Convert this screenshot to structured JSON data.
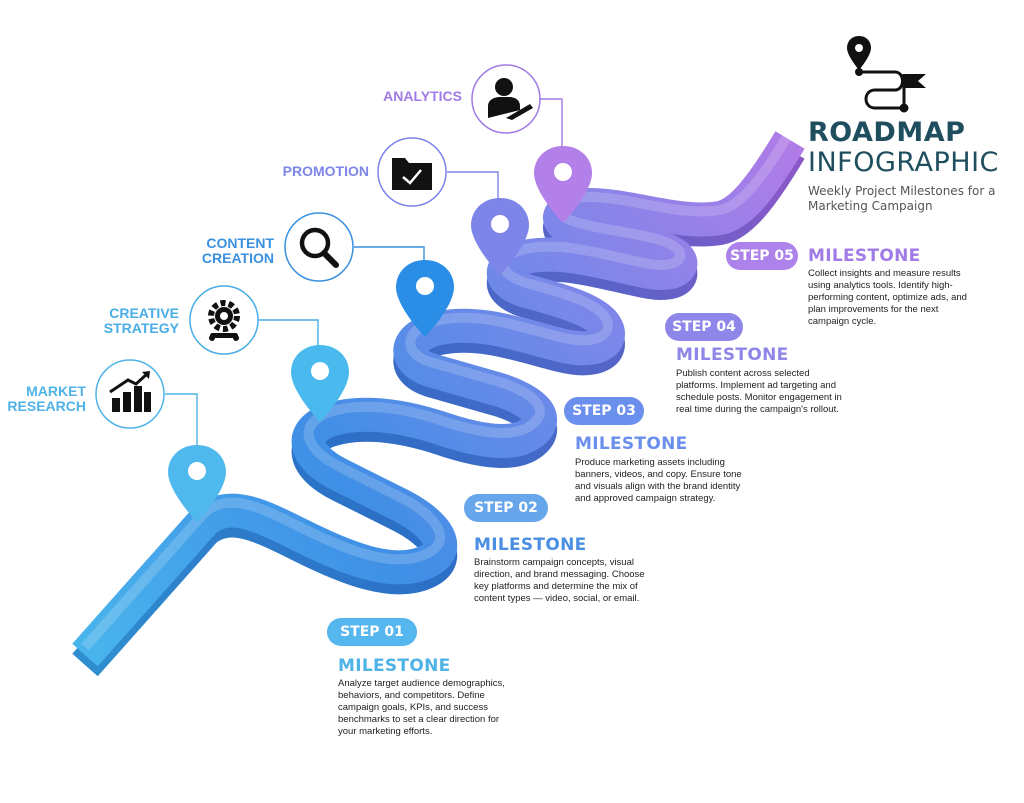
{
  "header": {
    "title_line1": "ROADMAP",
    "title_line2": "INFOGRAPHIC",
    "subtitle": "Weekly Project Milestones for a Marketing Campaign",
    "logo_icon": "route-flag-icon"
  },
  "colors": {
    "step1": "#4fb3e8",
    "step2": "#3a90e0",
    "step3": "#5b8de6",
    "step4": "#7d86e8",
    "step5": "#a07be6",
    "title": "#1f4e5f"
  },
  "stages": [
    {
      "label": "MARKET\nRESEARCH",
      "icon": "bar-chart-growth-icon"
    },
    {
      "label": "CREATIVE\nSTRATEGY",
      "icon": "gear-icon"
    },
    {
      "label": "CONTENT\nCREATION",
      "icon": "magnifier-icon"
    },
    {
      "label": "PROMOTION",
      "icon": "folder-check-icon"
    },
    {
      "label": "ANALYTICS",
      "icon": "user-growth-icon"
    }
  ],
  "steps": [
    {
      "step_label": "STEP 01",
      "milestone_title": "MILESTONE",
      "description": "Analyze target audience demographics, behaviors, and competitors. Define campaign goals, KPIs, and success benchmarks to set a clear direction for your marketing efforts."
    },
    {
      "step_label": "STEP 02",
      "milestone_title": "MILESTONE",
      "description": "Brainstorm campaign concepts, visual direction, and brand messaging. Choose key platforms and determine the mix of content types — video, social, or email."
    },
    {
      "step_label": "STEP 03",
      "milestone_title": "MILESTONE",
      "description": "Produce marketing assets including banners, videos, and copy. Ensure tone and visuals align with the brand identity and approved campaign strategy."
    },
    {
      "step_label": "STEP 04",
      "milestone_title": "MILESTONE",
      "description": "Publish content across selected platforms. Implement ad targeting and schedule posts. Monitor engagement in real time during the campaign's rollout."
    },
    {
      "step_label": "STEP 05",
      "milestone_title": "MILESTONE",
      "description": "Collect insights and measure results using analytics tools. Identify high-performing content, optimize ads, and plan improvements for the next campaign cycle."
    }
  ]
}
